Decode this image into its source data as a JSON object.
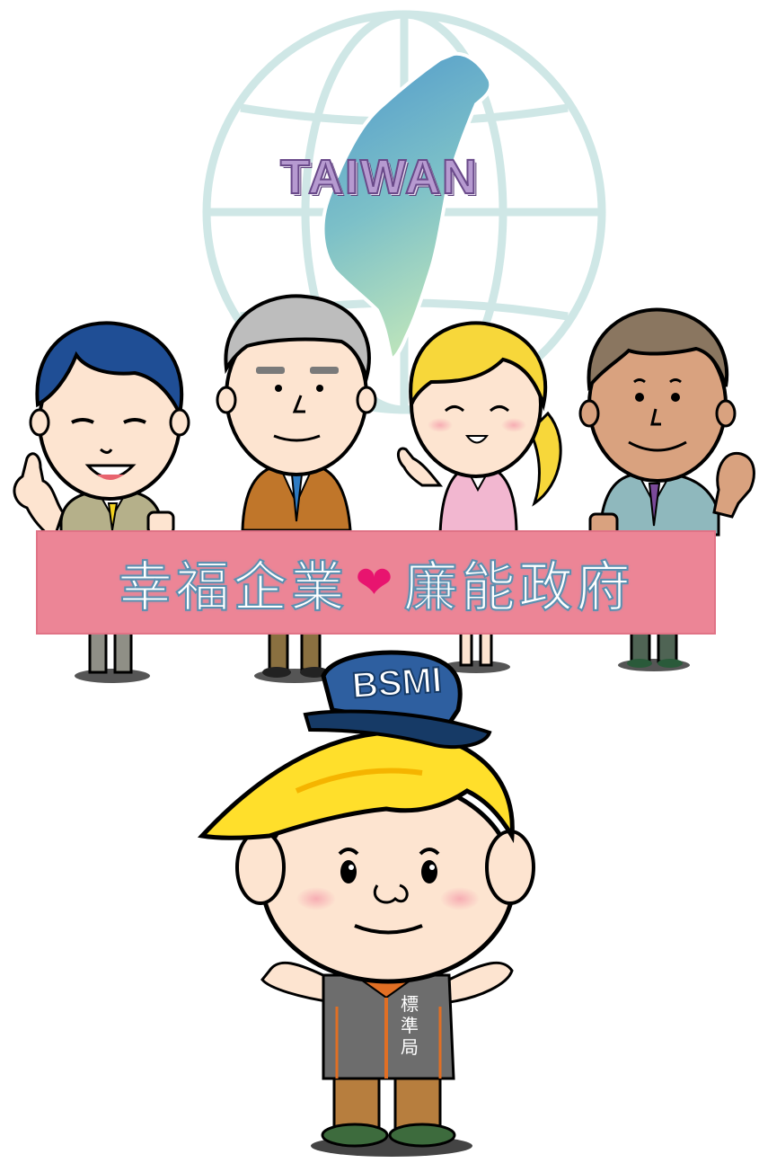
{
  "illustration": {
    "globe_label": "TAIWAN",
    "banner": {
      "left_text": "幸福企業",
      "heart_icon": "heart-icon",
      "right_text": "廉能政府",
      "background_color": "#ec8596",
      "heart_color": "#e8146f"
    },
    "mascot": {
      "cap_text": "BSMI",
      "vest_text": "標準局"
    },
    "colors": {
      "globe_lines": "#cfe7e6",
      "taiwan_fill_top": "#5aa0c8",
      "taiwan_fill_bottom": "#a8d8c0",
      "cap": "#2e5fa0",
      "hair": "#ffdf2b"
    }
  }
}
